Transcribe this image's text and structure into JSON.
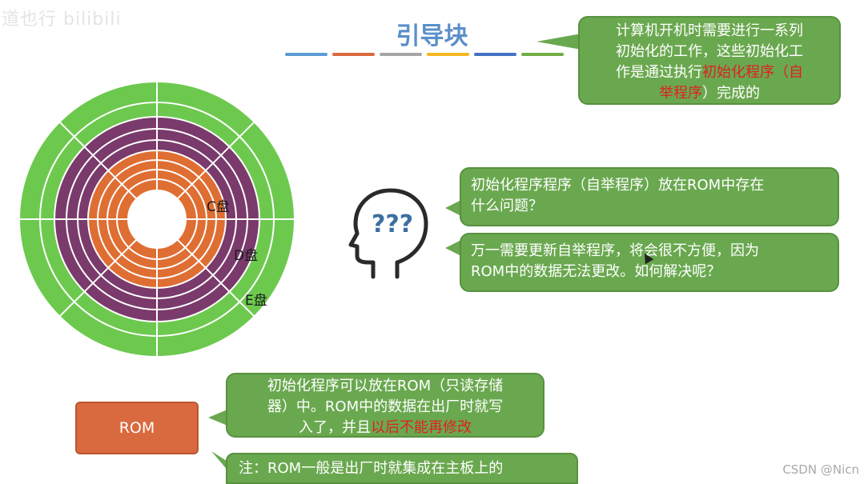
{
  "header": {
    "title": "引导块",
    "watermark_left": "道也行 bilibili",
    "rule_colors": [
      "#5b9bd5",
      "#d9693e",
      "#a5a5a5",
      "#f2b81f",
      "#4472c4",
      "#70ad47"
    ]
  },
  "bubble_top": {
    "lines": [
      "计算机开机时需要进行一系列",
      "初始化的工作，这些初始化工",
      "作是通过执行",
      "初始化程序（自",
      "举程序",
      "）完成的"
    ]
  },
  "bubble_q1": {
    "lines": [
      "初始化程序程序（自举程序）放在ROM中存在",
      "什么问题？"
    ]
  },
  "bubble_q2": {
    "lines": [
      "万一需要更新自举程序，将会很不方便，因为",
      "ROM中的数据无法更改。如何解决呢？"
    ]
  },
  "disk": {
    "labels": {
      "c": "C盘",
      "d": "D盘",
      "e": "E盘"
    },
    "colors": {
      "green": "#6cc94e",
      "purple": "#7a3a6b",
      "orange": "#df6e33"
    }
  },
  "head_icon": {
    "name": "thinking-head-icon",
    "marks": "???"
  },
  "rom": {
    "label": "ROM"
  },
  "bubble_rom": {
    "line1": "初始化程序可以放在ROM（只读存储",
    "line2": "器）中。ROM中的数据在出厂时就写",
    "line3_plain": "入了，并且",
    "line3_red": "以后不能再修改"
  },
  "bubble_note": {
    "text": "注：ROM一般是出厂时就集成在主板上的"
  },
  "footer": {
    "csdn": "CSDN @Nicn"
  }
}
